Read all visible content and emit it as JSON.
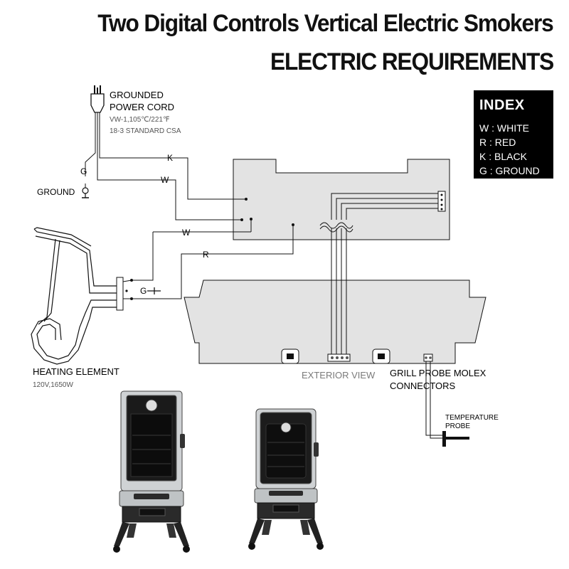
{
  "title": {
    "main": "Two Digital Controls Vertical Electric Smokers",
    "sub": "ELECTRIC REQUIREMENTS"
  },
  "index": {
    "heading": "INDEX",
    "items": [
      "W : WHITE",
      "R : RED",
      "K : BLACK",
      "G : GROUND"
    ]
  },
  "power_cord": {
    "label_line1": "GROUNDED",
    "label_line2": "POWER CORD",
    "spec_line1": "VW-1,105℃/221℉",
    "spec_line2": "18-3 STANDARD CSA"
  },
  "ground": {
    "label": "GROUND",
    "letter": "G"
  },
  "wire_labels": {
    "black": "K",
    "white_top": "W",
    "white_heater": "W",
    "red": "R",
    "ground_heater": "G"
  },
  "heating_element": {
    "label": "HEATING ELEMENT",
    "spec": "120V,1650W"
  },
  "exterior_view": {
    "label": "EXTERIOR VIEW"
  },
  "molex": {
    "label_line1": "GRILL PROBE MOLEX",
    "label_line2": "CONNECTORS"
  },
  "probe": {
    "label_line1": "TEMPERATURE",
    "label_line2": "PROBE"
  },
  "colors": {
    "panel_fill": "#e3e3e3",
    "line": "#111111",
    "exterior_label": "#7a7a7a",
    "spec_text": "#555555"
  }
}
